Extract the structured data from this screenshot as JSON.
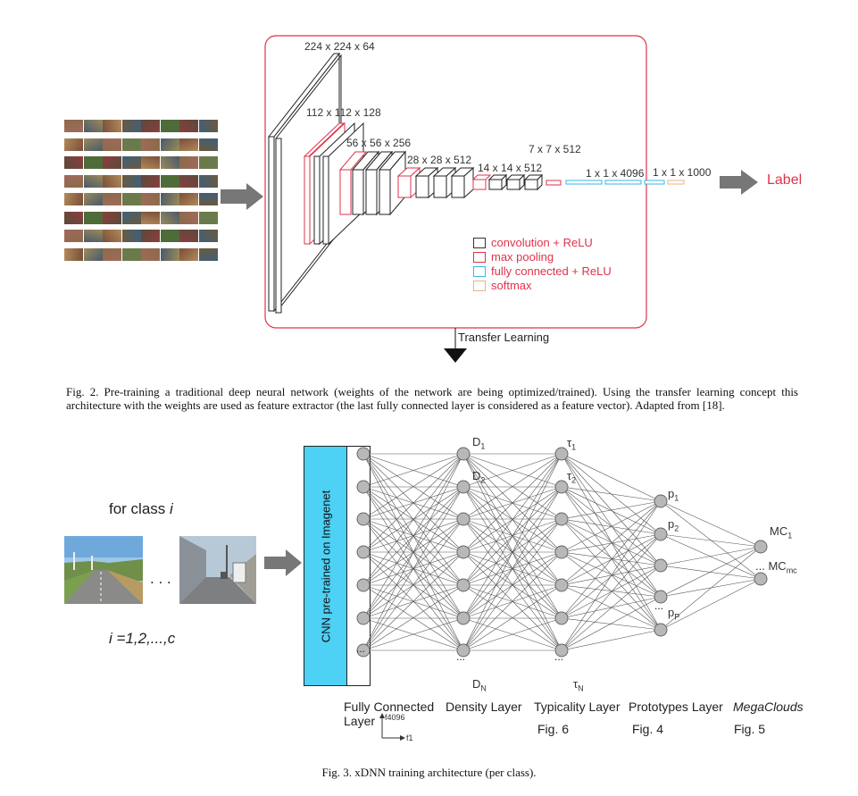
{
  "fig2": {
    "dims": {
      "d224": "224 x 224 x 64",
      "d112": "112 x 112 x 128",
      "d56": "56 x 56 x 256",
      "d28": "28 x 28 x 512",
      "d14": "14 x 14 x 512",
      "d7": "7 x 7 x 512",
      "d4096": "1 x 1 x 4096",
      "d1000": "1 x 1 x 1000"
    },
    "label": "Label",
    "transfer": "Transfer Learning",
    "legend": [
      {
        "text": "convolution + ReLU",
        "color": "#333333"
      },
      {
        "text": "max pooling",
        "color": "#e0324b"
      },
      {
        "text": "fully connected + ReLU",
        "color": "#37b7e6"
      },
      {
        "text": "softmax",
        "color": "#e6b48a"
      }
    ],
    "caption": "Fig. 2. Pre-training a traditional deep neural network (weights of the network are being optimized/trained). Using the transfer learning concept this architecture with the weights are used as feature extractor (the last fully connected layer is considered as a feature vector). Adapted from [18]."
  },
  "fig3": {
    "for_class": "for class",
    "for_class_var": "i",
    "dots": ". . .",
    "i_range_var": "i",
    "i_range": "=1,2,...,c",
    "cnn_label": "CNN pre-trained on Imagenet",
    "node_labels": {
      "D1": "D",
      "D1_sub": "1",
      "D2": "D",
      "D2_sub": "2",
      "DN": "D",
      "DN_sub": "N",
      "t1": "τ",
      "t1_sub": "1",
      "t2": "τ",
      "t2_sub": "2",
      "tN": "τ",
      "tN_sub": "N",
      "p1": "p",
      "p1_sub": "1",
      "p2": "p",
      "p2_sub": "2",
      "pP": "p",
      "pP_sub": "P",
      "MC1": "MC",
      "MC1_sub": "1",
      "MCmc": "MC",
      "MCmc_sub": "mc",
      "ell": "..."
    },
    "layers": [
      {
        "name": "Fully Connected",
        "name2": "Layer",
        "ref": ""
      },
      {
        "name": "Density Layer",
        "name2": "",
        "ref": ""
      },
      {
        "name": "Typicality Layer",
        "name2": "",
        "ref": "Fig. 6"
      },
      {
        "name": "Prototypes Layer",
        "name2": "",
        "ref": "Fig. 4"
      },
      {
        "name": "MegaClouds",
        "name2": "",
        "ref": "Fig. 5"
      }
    ],
    "f4096": "f4096",
    "f1": "f1",
    "caption": "Fig. 3. xDNN training architecture (per class)."
  }
}
